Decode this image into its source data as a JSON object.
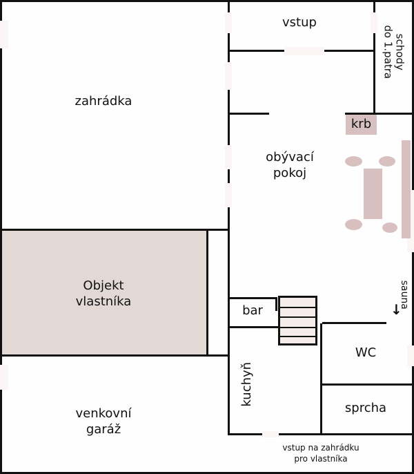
{
  "colors": {
    "wall": "#111111",
    "background": "#fefefe",
    "owner_building_fill": "#e2d9d5",
    "furniture": "#d9c0c0",
    "stairs_fill": "#f7ecec",
    "door_gap": "#fbf5f5"
  },
  "rooms": {
    "garden": {
      "label": "zahrádka"
    },
    "owner_building": {
      "line1": "Objekt",
      "line2": "vlastníka"
    },
    "outdoor_garage": {
      "line1": "venkovní",
      "line2": "garáž"
    },
    "entrance": {
      "label": "vstup"
    },
    "stairs_first_floor": {
      "line1": "schody",
      "line2": "do 1.patra"
    },
    "fireplace": {
      "label": "krb"
    },
    "living_room": {
      "line1": "obývací",
      "line2": "pokoj"
    },
    "bar": {
      "label": "bar"
    },
    "sauna": {
      "label": "sauna",
      "arrow": "↓"
    },
    "kitchen": {
      "label": "kuchyň"
    },
    "wc": {
      "label": "WC"
    },
    "shower": {
      "label": "sprcha"
    },
    "garden_entrance": {
      "line1": "vstup na zahrádku",
      "line2": "pro vlastníka"
    }
  },
  "furniture": {
    "table": "dining-table",
    "chairs": 4,
    "sofa": "sofa"
  },
  "stairs": {
    "steps": 4
  }
}
